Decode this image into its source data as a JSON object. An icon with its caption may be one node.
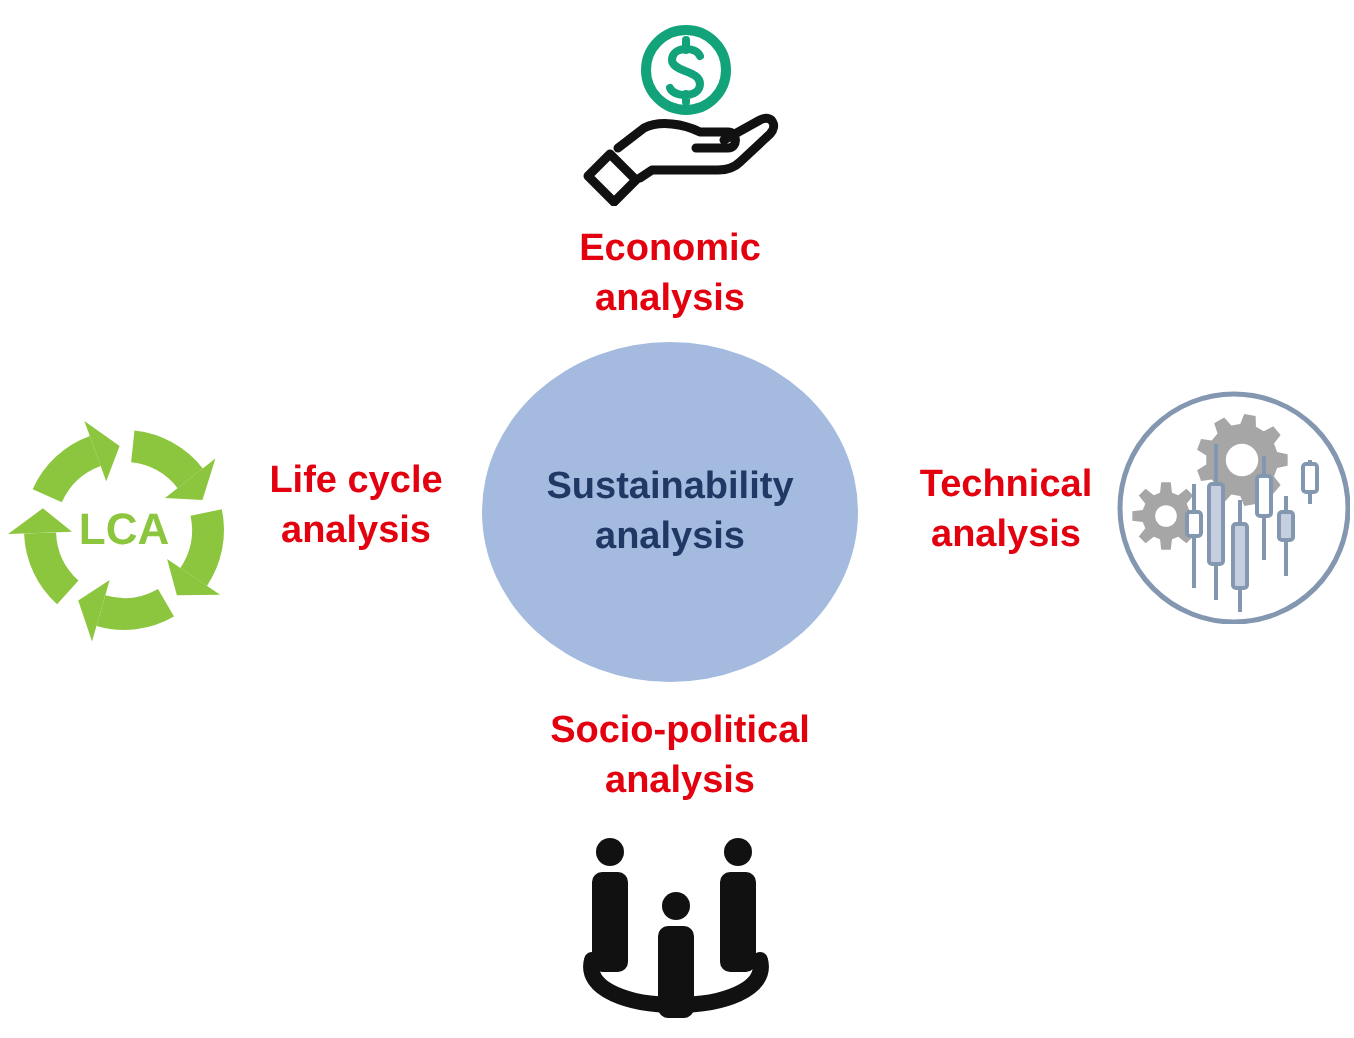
{
  "diagram": {
    "nodes": [
      {
        "text": [],
        "shape": "picture",
        "beside": [
          "Economic analysis"
        ]
      },
      {
        "text": [
          "LCA"
        ],
        "beside": [
          "Life cycle analysis"
        ]
      },
      {
        "text": [
          "Sustainability analysis"
        ]
      },
      {
        "text": [],
        "shape": "picture",
        "beside": [
          "Technical analysis"
        ]
      },
      {
        "text": [],
        "shape": "picture",
        "beside": [
          "Socio-political analysis"
        ]
      }
    ]
  }
}
